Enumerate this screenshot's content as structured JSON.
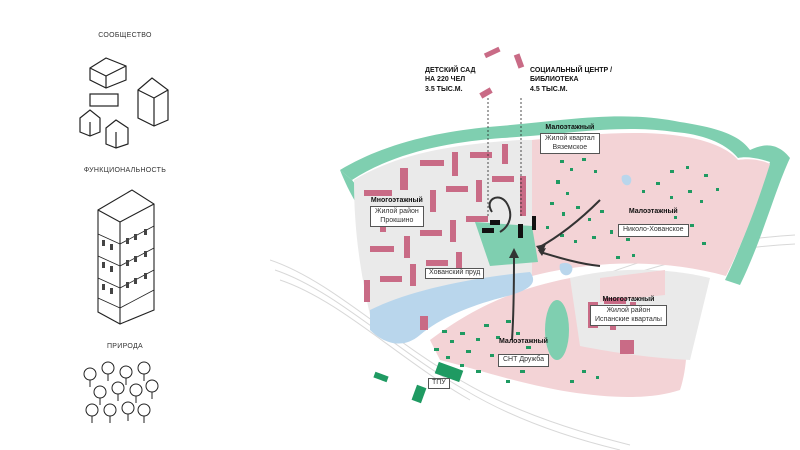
{
  "legend": {
    "community": "СООБЩЕСТВО",
    "functionality": "ФУНКЦИОНАЛЬНОСТЬ",
    "nature": "ПРИРОДА"
  },
  "callouts": {
    "kindergarten": [
      "ДЕТСКИЙ САД",
      "НА 220 ЧЕЛ",
      "3.5 ТЫС.М."
    ],
    "social_center": [
      "СОЦИАЛЬНЫЙ ЦЕНТР /",
      "БИБЛИОТЕКА",
      "4.5 ТЫС.М."
    ]
  },
  "districts": [
    {
      "id": "vyazemskoe",
      "type": "Малоэтажный",
      "name": [
        "Жилой квартал",
        "Вяземское"
      ]
    },
    {
      "id": "nikolo",
      "type": "Малоэтажный",
      "name": [
        "Николо-Хованское"
      ]
    },
    {
      "id": "prokshino",
      "type": "Многоэтажный",
      "name": [
        "Жилой район",
        "Прокшино"
      ]
    },
    {
      "id": "ispanskie",
      "type": "Многоэтажный",
      "name": [
        "Жилой район",
        "Испанские кварталы"
      ]
    },
    {
      "id": "druzhba",
      "type": "Малоэтажный",
      "name": [
        "СНТ Дружба"
      ]
    }
  ],
  "places": {
    "pond": "Хованский пруд",
    "tpu": "ТПУ"
  },
  "colors": {
    "green_belt": "#7fcfb0",
    "residential_pink": "#f3d3d6",
    "building_pink": "#c96b86",
    "low_rise_green": "#1f9a62",
    "water": "#b9d6ec",
    "gray_area": "#e9e9e9"
  }
}
